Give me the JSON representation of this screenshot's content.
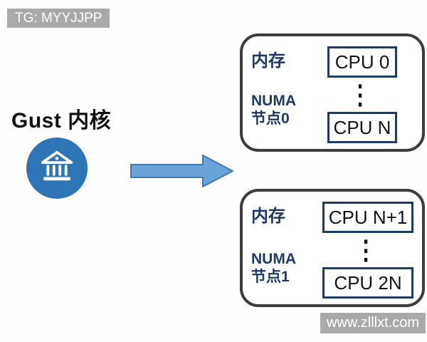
{
  "watermarks": {
    "top_left": "TG: MYYJJPP",
    "bottom_right": "www.zlllxt.com",
    "badge_bg": "#a9a9a9"
  },
  "guest": {
    "label": "Gust 内核",
    "icon": "bank-icon",
    "circle_color": "#2e75b6"
  },
  "arrow": {
    "direction": "right",
    "fill": "#6aa3d8",
    "stroke": "#4579ad"
  },
  "numa_nodes": [
    {
      "memory_label": "内存",
      "node_label_line1": "NUMA",
      "node_label_line2": "节点0",
      "cpu_top": "CPU 0",
      "cpu_bottom": "CPU N",
      "ellipsis": "⋮"
    },
    {
      "memory_label": "内存",
      "node_label_line1": "NUMA",
      "node_label_line2": "节点1",
      "cpu_top": "CPU N+1",
      "cpu_bottom": "CPU 2N",
      "ellipsis": "⋮"
    }
  ],
  "colors": {
    "navy_text": "#1f3864",
    "node_border": "#3d3d3d",
    "cpu_border": "#1f3a63"
  }
}
